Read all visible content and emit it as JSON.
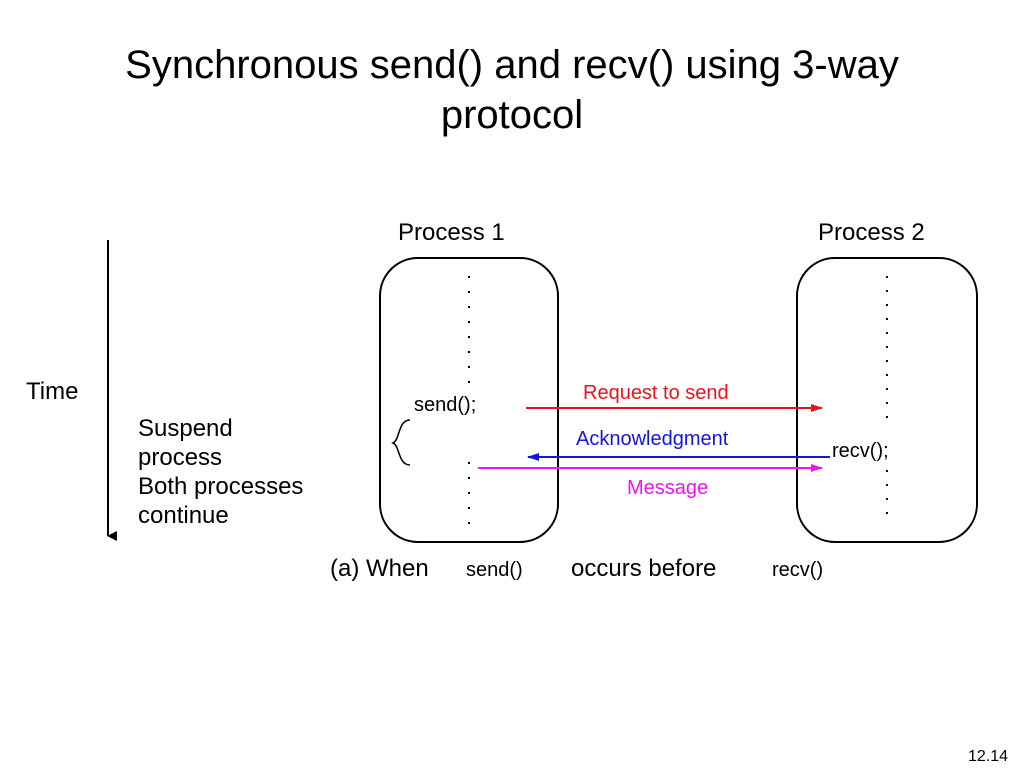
{
  "slide": {
    "title_line1": "Synchronous send() and recv() using 3-way",
    "title_line2": "protocol",
    "slide_number": "12.14"
  },
  "diagram": {
    "time_label": "Time",
    "process1_label": "Process 1",
    "process2_label": "Process 2",
    "send_call": "send();",
    "recv_call": "recv();",
    "request_label": "Request to send",
    "ack_label": "Acknowledgment",
    "message_label": "Message",
    "suspend_line1": "Suspend",
    "suspend_line2": "process",
    "both_line1": "Both processes",
    "both_line2": "continue",
    "caption_part1": "(a) When",
    "caption_send": "send()",
    "caption_part2": "occurs before",
    "caption_recv": "recv()",
    "colors": {
      "request": "#e8141c",
      "ack": "#1414e0",
      "message": "#f014f0"
    }
  }
}
